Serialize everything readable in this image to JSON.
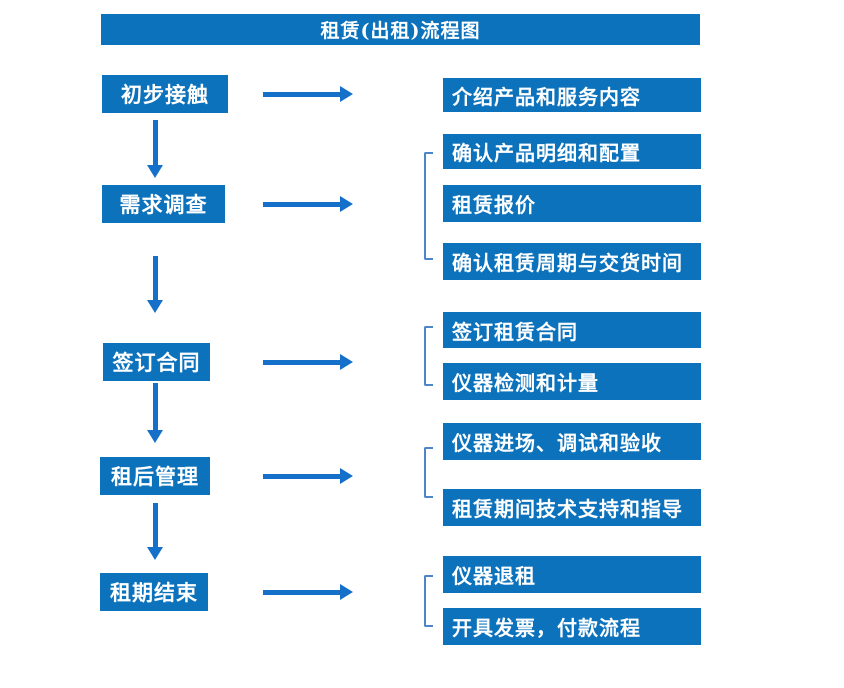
{
  "title": "租赁(出租)流程图",
  "colors": {
    "box_blue": "#0d72bc",
    "arrow_blue": "#1470c8",
    "bracket_blue": "#4c86c8",
    "text_white": "#ffffff"
  },
  "steps": [
    {
      "label": "初步接触",
      "details": [
        "介绍产品和服务内容"
      ]
    },
    {
      "label": "需求调查",
      "details": [
        "确认产品明细和配置",
        "租赁报价",
        "确认租赁周期与交货时间"
      ]
    },
    {
      "label": "签订合同",
      "details": [
        "签订租赁合同",
        "仪器检测和计量"
      ]
    },
    {
      "label": "租后管理",
      "details": [
        "仪器进场、调试和验收",
        "租赁期间技术支持和指导"
      ]
    },
    {
      "label": "租期结束",
      "details": [
        "仪器退租",
        "开具发票，付款流程"
      ]
    }
  ]
}
